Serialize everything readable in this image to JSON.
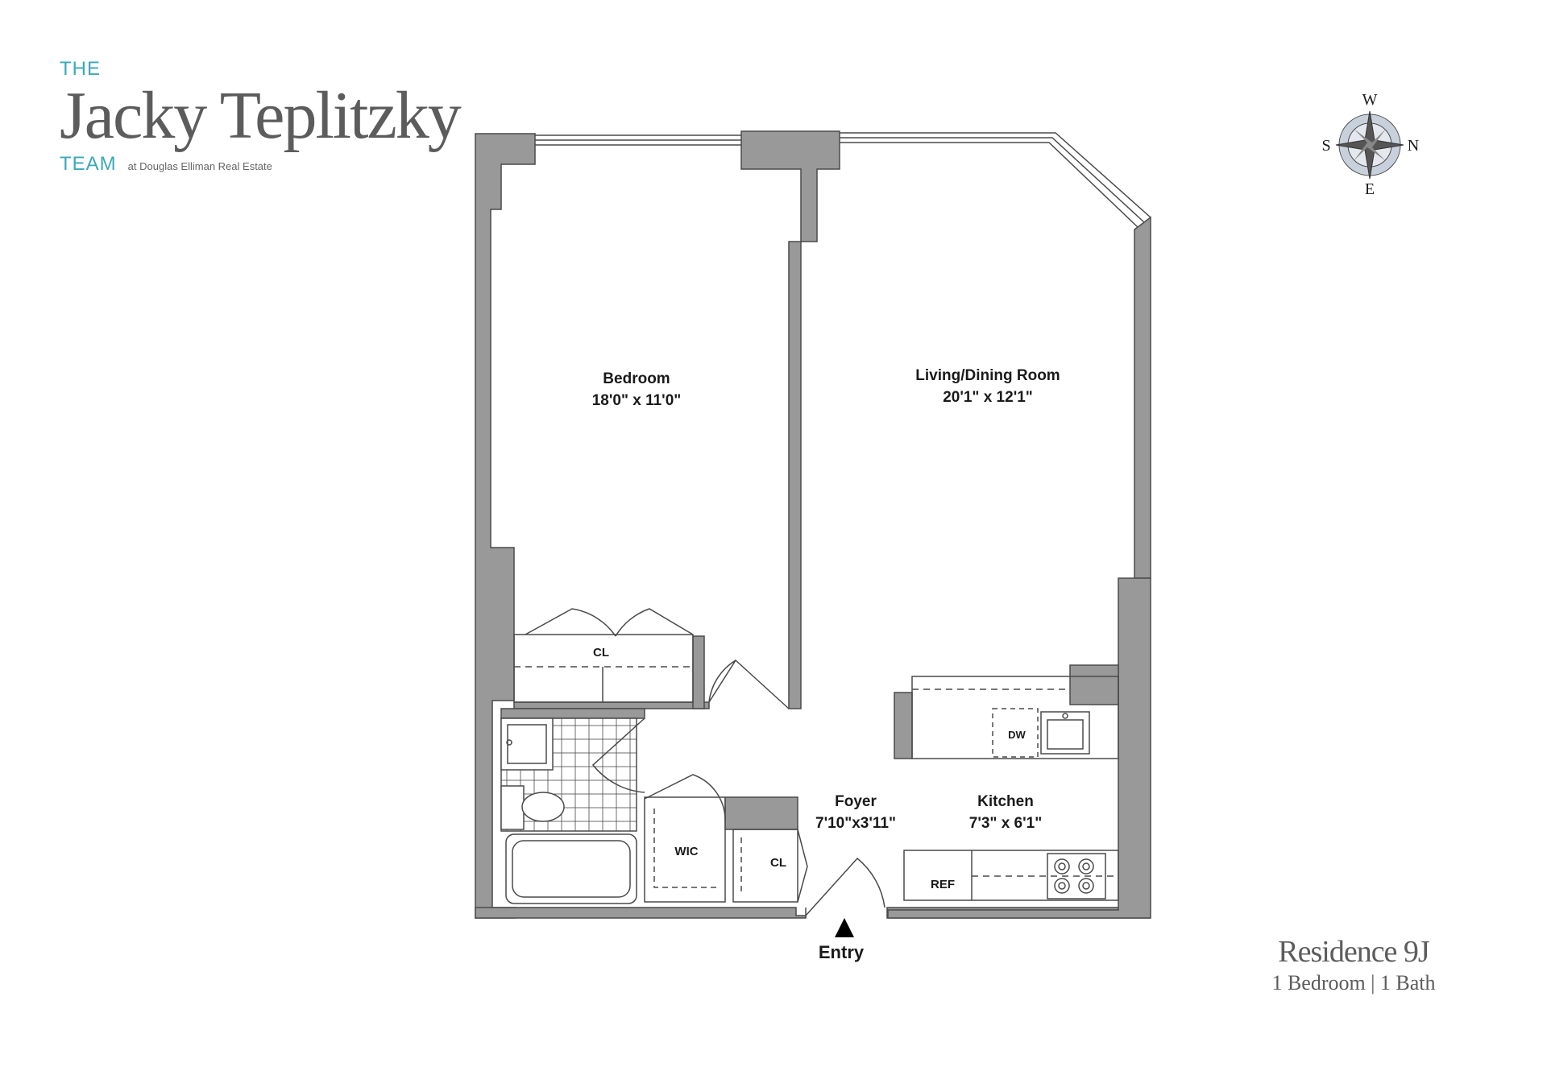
{
  "brand": {
    "line1": "THE",
    "name": "Jacky Teplitzky",
    "team": "TEAM",
    "firm": "at Douglas Elliman Real Estate",
    "accent_color": "#3aa9b9",
    "text_color": "#5c5c5c"
  },
  "compass": {
    "north": "N",
    "south": "S",
    "east": "E",
    "west": "W"
  },
  "rooms": {
    "bedroom": {
      "name": "Bedroom",
      "dims": "18'0\" x 11'0\""
    },
    "living": {
      "name": "Living/Dining Room",
      "dims": "20'1\" x 12'1\""
    },
    "foyer": {
      "name": "Foyer",
      "dims": "7'10\"x3'11\""
    },
    "kitchen": {
      "name": "Kitchen",
      "dims": "7'3\" x 6'1\""
    }
  },
  "fixtures": {
    "closet_bedroom": "CL",
    "closet_foyer": "CL",
    "wic": "WIC",
    "dishwasher": "DW",
    "refrigerator": "REF"
  },
  "entry": "Entry",
  "residence": {
    "title": "Residence 9J",
    "subtitle": "1 Bedroom | 1 Bath"
  },
  "colors": {
    "wall": "#999999",
    "line": "#4a4a4a"
  }
}
